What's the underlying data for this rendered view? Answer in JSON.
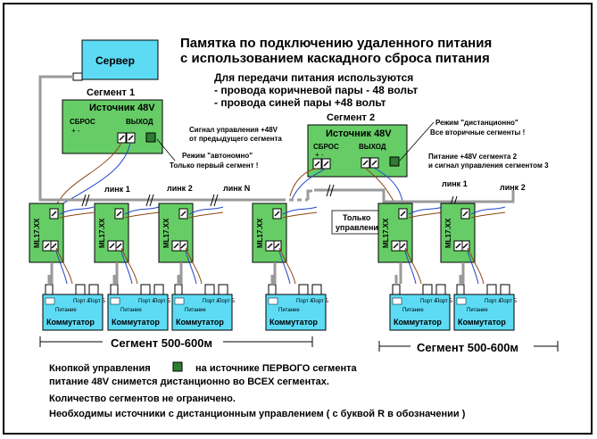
{
  "title": {
    "line1": "Памятка по подключению удаленного питания",
    "line2": "с использованием каскадного сброса питания"
  },
  "intro": {
    "line1": "Для передачи питания используются",
    "line2": "- провода коричневой пары - 48 вольт",
    "line3": "- провода синей пары +48 вольт"
  },
  "server": {
    "label": "Сервер"
  },
  "segment1": {
    "label": "Сегмент 1",
    "source_title": "Источник 48V",
    "reset_label": "СБРОС",
    "out_label": "ВЫХОД",
    "pm": "+  -"
  },
  "segment2": {
    "label": "Сегмент 2",
    "source_title": "Источник 48V",
    "reset_label": "СБРОС",
    "out_label": "ВЫХОД",
    "pm": "+  -"
  },
  "notes": {
    "autonomous_1": "Режим \"автономно\"",
    "autonomous_2": "Только первый сегмент !",
    "remote_1": "Режим \"дистанционно\"",
    "remote_2": "Все вторичные сегменты !",
    "control_signal_1": "Сигнал управления +48V",
    "control_signal_2": "от предыдущего сегмента",
    "power_seg2_1": "Питание +48V  сегмента 2",
    "power_seg2_2": "и сигнал управления сегментом 3",
    "only_control_1": "Только",
    "only_control_2": "управление!"
  },
  "links": {
    "link1": "линк 1",
    "link2": "линк 2",
    "linkN": "линк N",
    "link1b": "линк 1",
    "link2b": "линк 2"
  },
  "module_label": "ML17.XX",
  "switch": {
    "label": "Коммутатор",
    "port_a": "Порт А",
    "port_b": "Порт Б",
    "power": "Питание"
  },
  "segment_length": {
    "left": "Сегмент 500-600м",
    "right": "Сегмент 500-600м"
  },
  "footer": {
    "line1a": "Кнопкой управления",
    "line1b": "на источнике ПЕРВОГО сегмента",
    "line2": "питание 48V  снимется дистанционно во ВСЕХ сегментах.",
    "line3": "Количество сегментов не ограничено.",
    "line4": "Необходимы источники с дистанционным управлением ( с буквой R в обозначении )"
  },
  "colors": {
    "green": "#66cc66",
    "cyan": "#5ddbf5",
    "cable": "#9a9a9a",
    "brown": "#8b4513",
    "blue": "#2244cc",
    "button": "#2e7d32"
  }
}
